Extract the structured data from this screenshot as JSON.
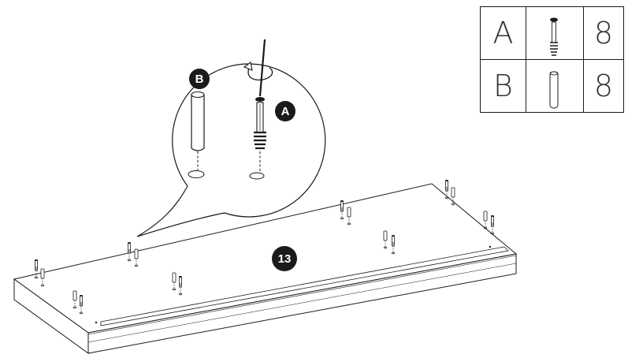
{
  "step": {
    "number": "13"
  },
  "callout": {
    "part_a_label": "A",
    "part_b_label": "B"
  },
  "parts_list": [
    {
      "letter": "A",
      "icon": "cam-bolt-icon",
      "quantity": "8"
    },
    {
      "letter": "B",
      "icon": "wooden-dowel-icon",
      "quantity": "8"
    }
  ],
  "colors": {
    "line": "#1a1a1a",
    "badge": "#1a1a1a",
    "background": "#ffffff"
  }
}
